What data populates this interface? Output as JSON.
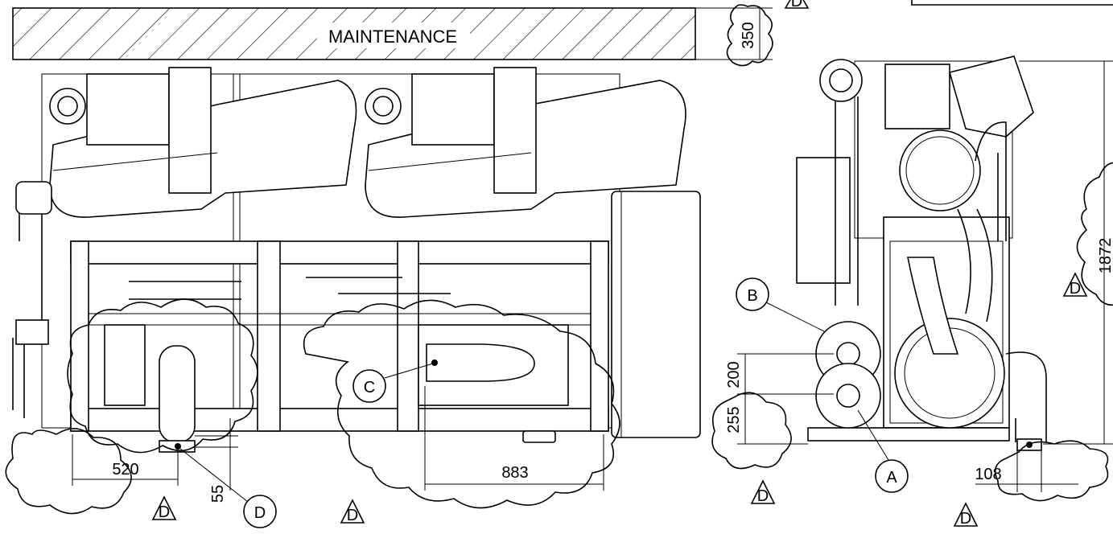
{
  "banner": {
    "maintenance": "MAINTENANCE"
  },
  "dimensions": {
    "clearance_top": "350",
    "height_total": "1872",
    "lift_520": "520",
    "lift_883": "883",
    "lift_55": "55",
    "side_200": "200",
    "side_255": "255",
    "side_108": "108"
  },
  "callouts": {
    "a": "A",
    "b": "B",
    "c": "C",
    "d": "D"
  },
  "revision_mark": "D"
}
